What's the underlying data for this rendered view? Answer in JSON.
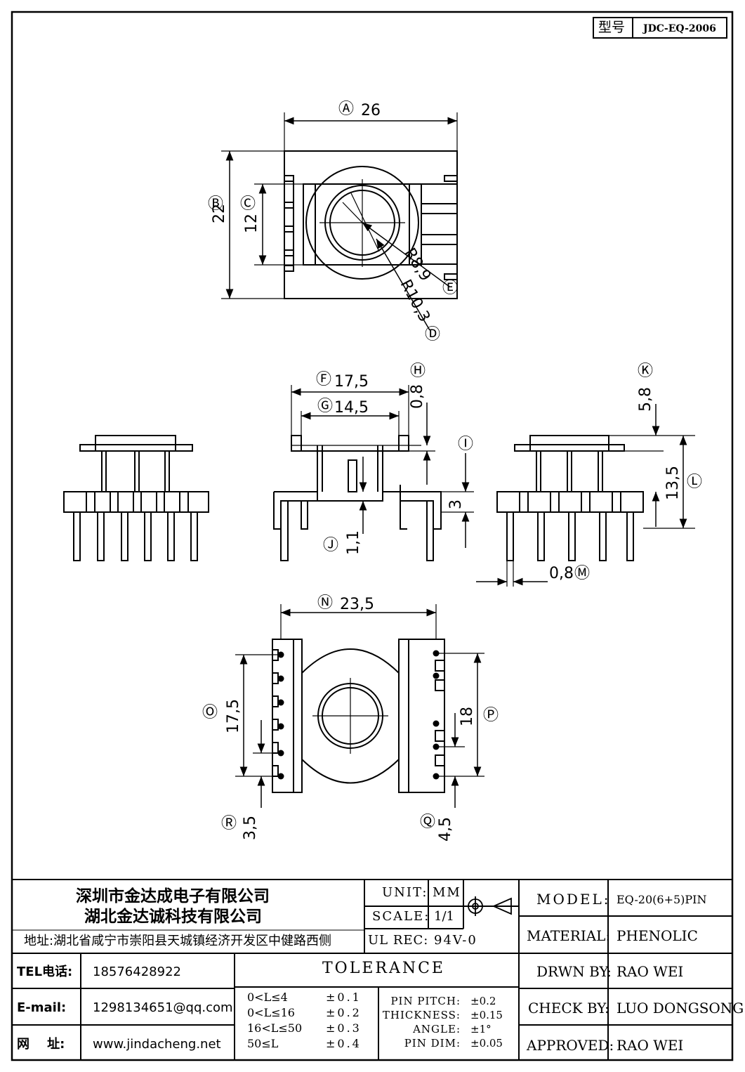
{
  "model_box": {
    "label": "型号",
    "value": "JDC-EQ-2006"
  },
  "dims": {
    "A": "Ⓐ",
    "A_val": "26",
    "B": "Ⓑ",
    "B_val": "22",
    "C": "Ⓒ",
    "C_val": "12",
    "D": "Ⓓ",
    "D_val": "R10,3",
    "E": "Ⓔ",
    "E_val": "R8,9",
    "F": "Ⓕ",
    "F_val": "17,5",
    "G": "Ⓖ",
    "G_val": "14,5",
    "H": "Ⓗ",
    "H_val": "0,8",
    "I": "Ⓘ",
    "J": "Ⓙ",
    "J_val": "1,1",
    "I_val": "3",
    "K": "Ⓚ",
    "K_val": "5,8",
    "L": "Ⓛ",
    "L_val": "13,5",
    "M": "Ⓜ",
    "M_val": "0,8",
    "N": "Ⓝ",
    "N_val": "23,5",
    "O": "Ⓞ",
    "O_val": "17,5",
    "P": "Ⓟ",
    "P_val": "18",
    "Q": "Ⓠ",
    "Q_val": "4,5",
    "R": "Ⓡ",
    "R_val": "3,5"
  },
  "title_block": {
    "company_1": "深圳市金达成电子有限公司",
    "company_2": "湖北金达诚科技有限公司",
    "address": "地址:湖北省咸宁市崇阳县天城镇经济开发区中健路西侧",
    "tel_label": "TEL电话:",
    "tel": "18576428922",
    "email_label": "E-mail:",
    "email": "1298134651@qq.com",
    "web_label": "网    址:",
    "web": "www.jindacheng.net",
    "unit_label": "UNIT:",
    "unit": "MM",
    "scale_label": "SCALE:",
    "scale": "1/1",
    "ulrec_label": "UL REC:",
    "ulrec": "94V-0",
    "tolerance_title": "TOLERANCE",
    "tol_rows": [
      {
        "range": "0<L≤4",
        "tol": "±0.1"
      },
      {
        "range": "0<L≤16",
        "tol": "±0.2"
      },
      {
        "range": "16<L≤50",
        "tol": "±0.3"
      },
      {
        "range": "50≤L",
        "tol": "±0.4"
      }
    ],
    "pin_rows": [
      {
        "label": "PIN PITCH:",
        "tol": "±0.2"
      },
      {
        "label": "THICKNESS:",
        "tol": "±0.15"
      },
      {
        "label": "ANGLE:",
        "tol": "±1°"
      },
      {
        "label": "PIN DIM:",
        "tol": "±0.05"
      }
    ],
    "model_label": "MODEL:",
    "model": "EQ-20(6+5)PIN",
    "material_label": "MATERIAL:",
    "material": "PHENOLIC",
    "drawn_label": "DRWN BY:",
    "drawn": "RAO WEI",
    "check_label": "CHECK BY:",
    "check": "LUO DONGSONG",
    "approved_label": "APPROVED:",
    "approved": "RAO WEI"
  }
}
